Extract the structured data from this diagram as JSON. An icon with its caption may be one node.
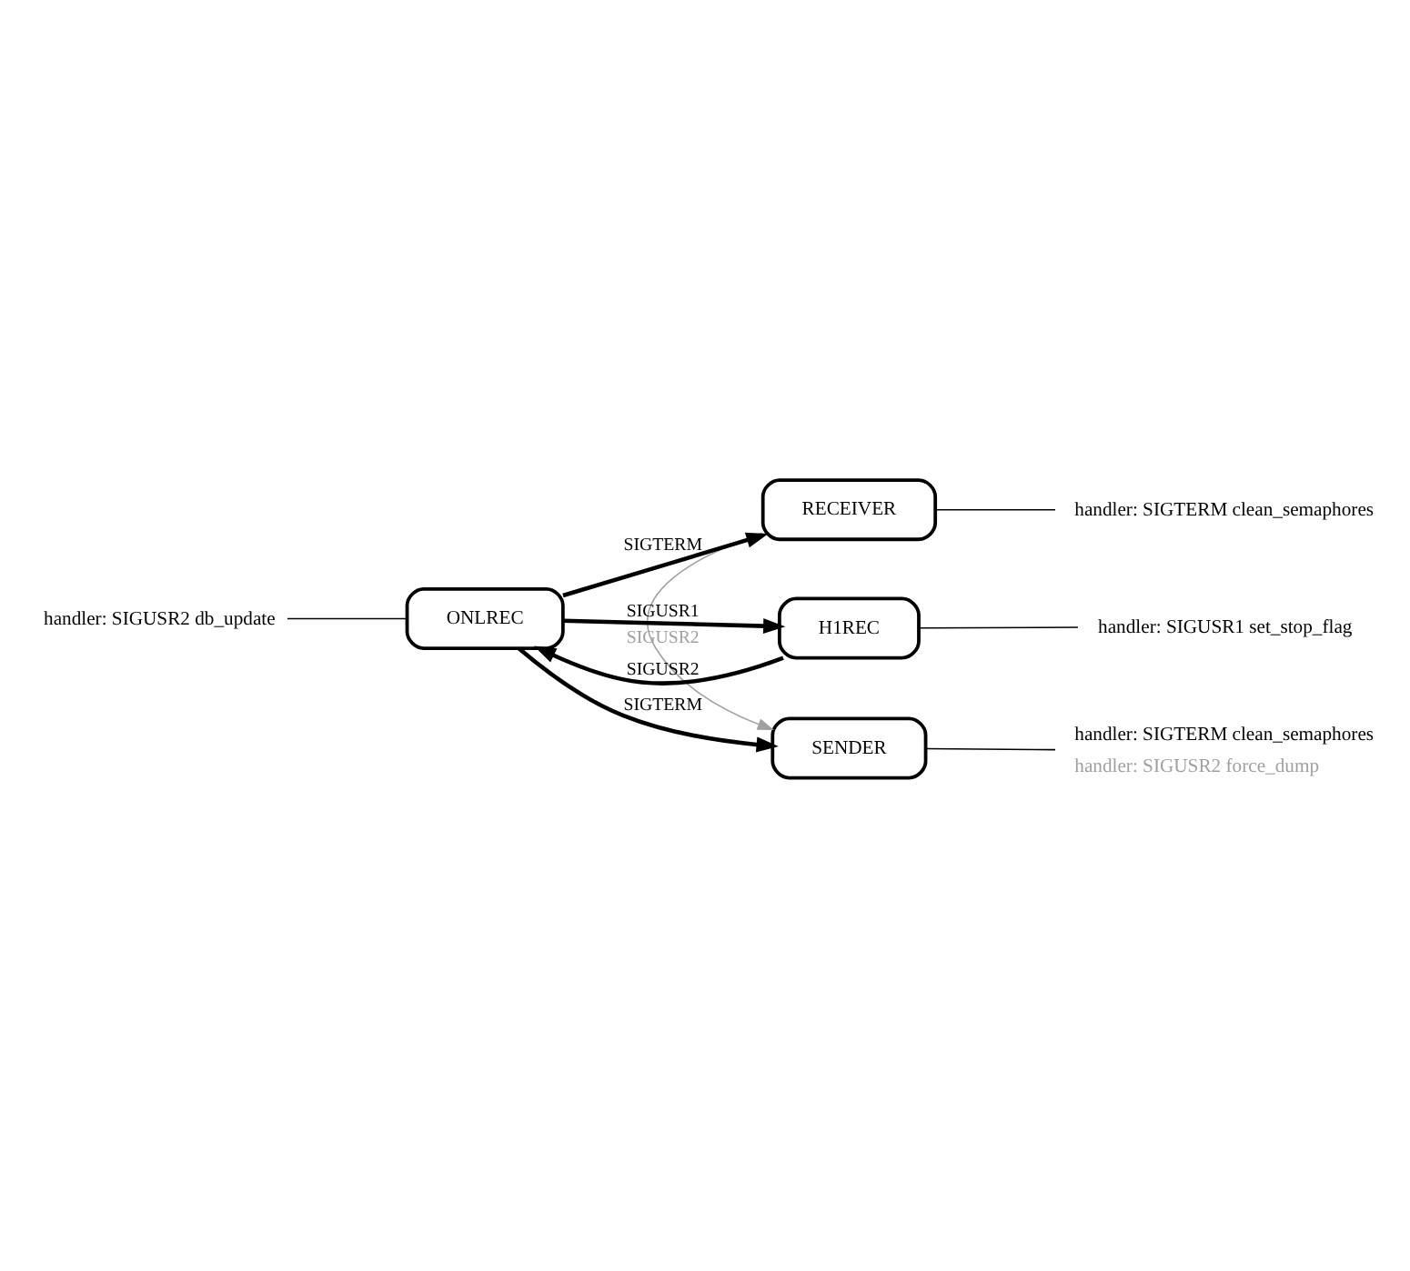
{
  "diagram": {
    "nodes": [
      {
        "text": [
          "RECEIVER"
        ]
      },
      {
        "text": [
          "handler: SIGTERM clean_semaphores"
        ]
      },
      {
        "text": [
          "handler: SIGUSR2 db_update"
        ]
      },
      {
        "text": [
          "ONLREC"
        ]
      },
      {
        "text": [
          "H1REC"
        ]
      },
      {
        "text": [
          "handler: SIGUSR1 set_stop_flag"
        ]
      },
      {
        "text": [
          "SENDER"
        ]
      },
      {
        "text": [
          "handler: SIGTERM clean_semaphores",
          "handler: SIGUSR2 force_dump"
        ]
      }
    ],
    "edges": [
      {
        "from": 3,
        "to": 0,
        "arrow": "to",
        "label": "SIGTERM",
        "style": "thick"
      },
      {
        "from": 3,
        "to": 6,
        "arrow": "to",
        "label": "SIGTERM",
        "style": "thick"
      },
      {
        "from": 3,
        "to": 4,
        "arrow": "to",
        "label": "SIGUSR1",
        "style": "thick"
      },
      {
        "from": 4,
        "to": 3,
        "arrow": "to",
        "label": "SIGUSR2",
        "style": "thick"
      },
      {
        "from": 0,
        "to": 6,
        "arrow": "to",
        "label": "SIGUSR2",
        "color": "#a0a0a0"
      },
      {
        "from": 0,
        "to": 1,
        "arrow": "none"
      },
      {
        "from": 2,
        "to": 3,
        "arrow": "none"
      },
      {
        "from": 4,
        "to": 5,
        "arrow": "none"
      },
      {
        "from": 6,
        "to": 7,
        "arrow": "none"
      }
    ]
  }
}
